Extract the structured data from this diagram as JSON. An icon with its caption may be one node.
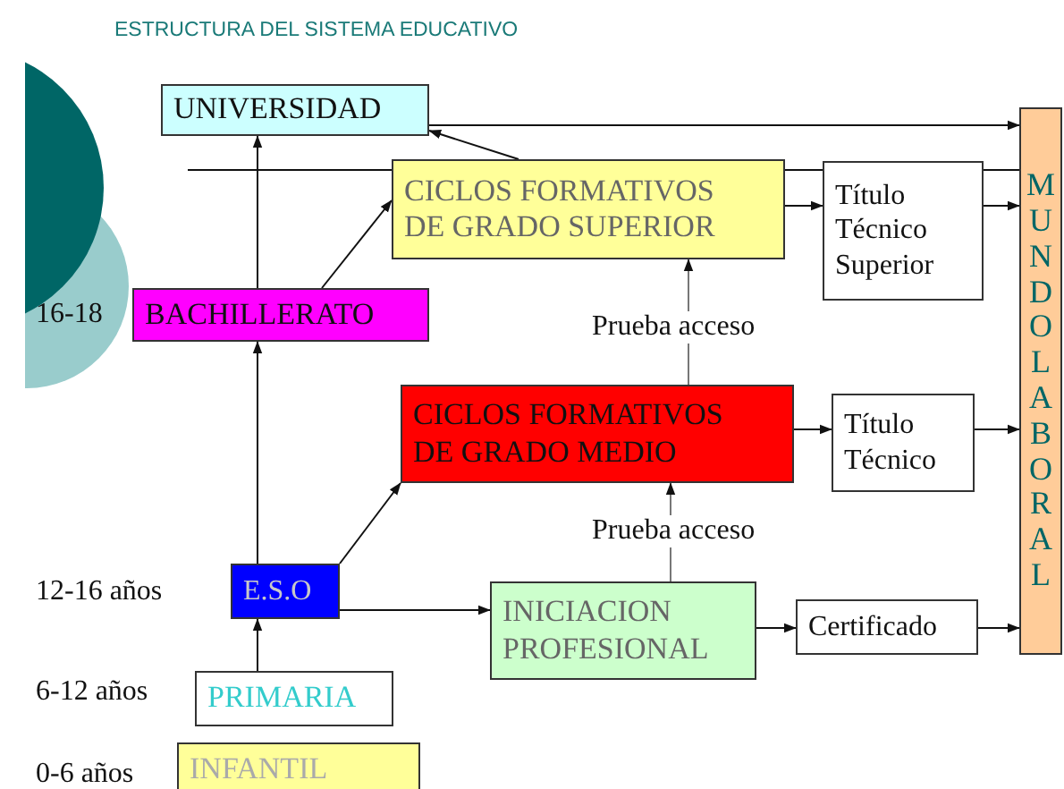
{
  "diagram": {
    "title": "ESTRUCTURA DEL SISTEMA EDUCATIVO",
    "nodes": [
      {
        "text": [
          "UNIVERSIDAD"
        ]
      },
      {
        "text": [
          "CICLOS FORMATIVOS DE GRADO SUPERIOR"
        ]
      },
      {
        "text": [
          "Título Técnico Superior"
        ]
      },
      {
        "text": [
          "MUNDO LABORAL"
        ]
      },
      {
        "text": [
          "BACHILLERATO"
        ],
        "beside": [
          "16-18"
        ]
      },
      {
        "text": [
          "CICLOS FORMATIVOS DE GRADO MEDIO"
        ]
      },
      {
        "text": [
          "Título Técnico"
        ]
      },
      {
        "text": [
          "E.S.O"
        ],
        "beside": [
          "12-16 años"
        ]
      },
      {
        "text": [
          "INICIACION PROFESIONAL"
        ]
      },
      {
        "text": [
          "Certificado"
        ]
      },
      {
        "text": [
          "PRIMARIA"
        ],
        "beside": [
          "6-12 años"
        ]
      },
      {
        "text": [
          "INFANTIL"
        ],
        "beside": [
          "0-6 años"
        ]
      }
    ],
    "edges": [
      {
        "from": 10,
        "to": 7,
        "arrow": "to"
      },
      {
        "from": 7,
        "to": 4,
        "arrow": "to"
      },
      {
        "from": 4,
        "to": 0,
        "arrow": "to"
      },
      {
        "from": 4,
        "to": 1,
        "arrow": "to"
      },
      {
        "from": 7,
        "to": 5,
        "arrow": "to"
      },
      {
        "from": 7,
        "to": 8,
        "arrow": "to"
      },
      {
        "from": 8,
        "to": 5,
        "arrow": "to",
        "label": "Prueba acceso",
        "color": "#777777"
      },
      {
        "from": 5,
        "to": 1,
        "arrow": "to",
        "label": "Prueba acceso",
        "color": "#777777"
      },
      {
        "from": 1,
        "to": 0,
        "arrow": "to"
      },
      {
        "from": 1,
        "to": 2,
        "arrow": "to"
      },
      {
        "from": 2,
        "to": 3,
        "arrow": "to"
      },
      {
        "from": 5,
        "to": 6,
        "arrow": "to"
      },
      {
        "from": 6,
        "to": 3,
        "arrow": "to"
      },
      {
        "from": 8,
        "to": 9,
        "arrow": "to"
      },
      {
        "from": 9,
        "to": 3,
        "arrow": "to"
      },
      {
        "from": 0,
        "to": 3,
        "arrow": "to"
      }
    ]
  }
}
